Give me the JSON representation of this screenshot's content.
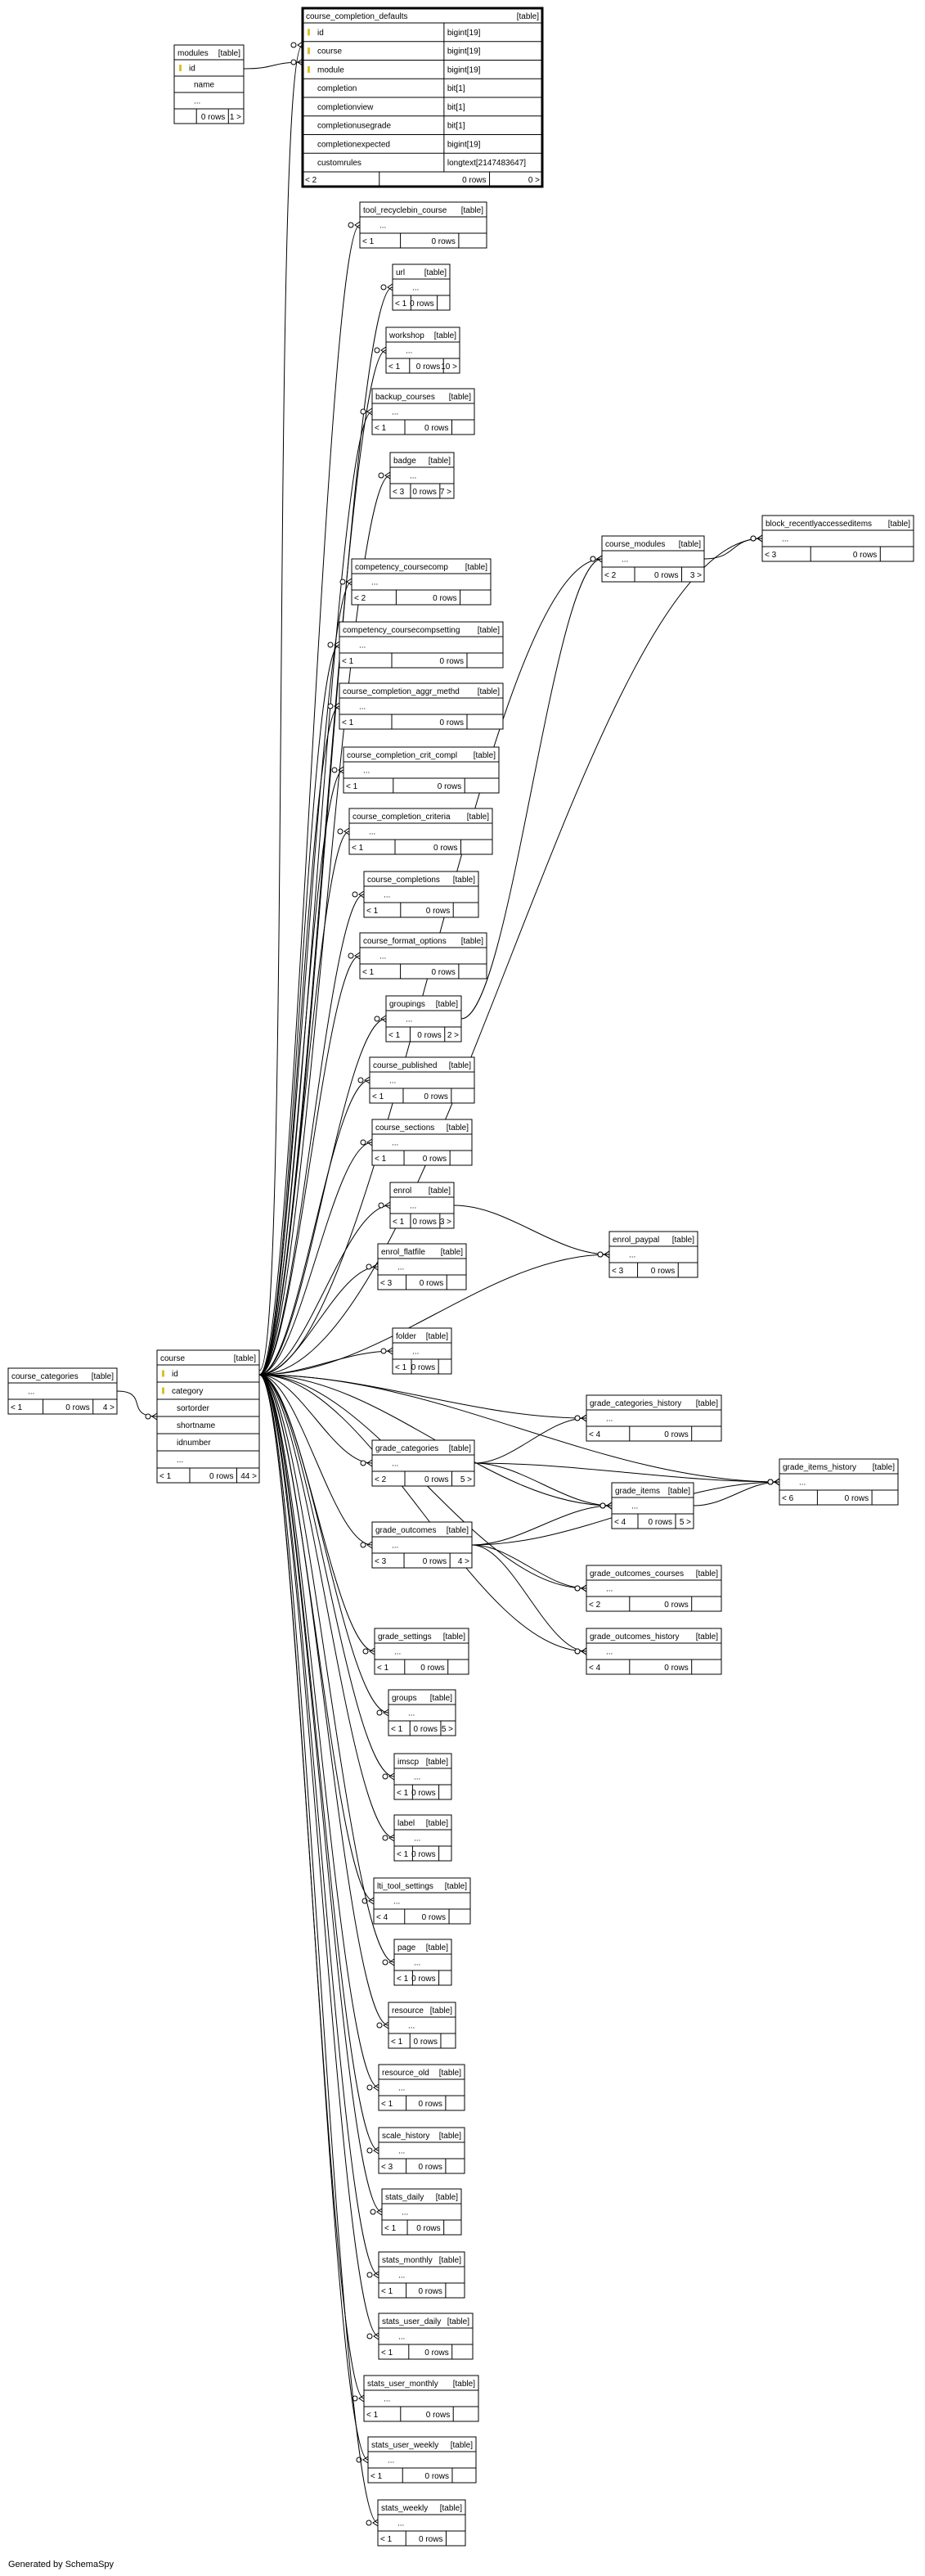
{
  "footer": "Generated by SchemaSpy",
  "colors": {
    "border": "#000000",
    "header_bg": "#f2f2f2",
    "key": "#d8c12a"
  },
  "tables": [
    {
      "name": "course_completion_defaults",
      "tag": "[table]",
      "focus": true,
      "columns": [
        {
          "n": "id",
          "t": "bigint[19]",
          "key": true
        },
        {
          "n": "course",
          "t": "bigint[19]",
          "key": true
        },
        {
          "n": "module",
          "t": "bigint[19]",
          "key": true
        },
        {
          "n": "completion",
          "t": "bit[1]"
        },
        {
          "n": "completionview",
          "t": "bit[1]"
        },
        {
          "n": "completionusegrade",
          "t": "bit[1]"
        },
        {
          "n": "completionexpected",
          "t": "bigint[19]"
        },
        {
          "n": "customrules",
          "t": "longtext[2147483647]"
        }
      ],
      "footer": [
        "< 2",
        "0 rows",
        "0 >"
      ]
    },
    {
      "name": "modules",
      "tag": "[table]",
      "columns": [
        {
          "n": "id",
          "key": true
        },
        {
          "n": "name"
        },
        {
          "n": "..."
        }
      ],
      "footer": [
        "",
        "0 rows",
        "1 >"
      ]
    },
    {
      "name": "course_categories",
      "tag": "[table]",
      "columns": [
        {
          "n": "..."
        }
      ],
      "footer": [
        "< 1",
        "0 rows",
        "4 >"
      ]
    },
    {
      "name": "course",
      "tag": "[table]",
      "columns": [
        {
          "n": "id",
          "key": true
        },
        {
          "n": "category",
          "key": true
        },
        {
          "n": "sortorder"
        },
        {
          "n": "shortname"
        },
        {
          "n": "idnumber"
        },
        {
          "n": "..."
        }
      ],
      "footer": [
        "< 1",
        "0 rows",
        "44 >"
      ]
    },
    {
      "name": "tool_recyclebin_course",
      "tag": "[table]",
      "columns": [
        {
          "n": "..."
        }
      ],
      "footer": [
        "< 1",
        "0 rows",
        ""
      ]
    },
    {
      "name": "url",
      "tag": "[table]",
      "columns": [
        {
          "n": "..."
        }
      ],
      "footer": [
        "< 1",
        "0 rows",
        ""
      ]
    },
    {
      "name": "workshop",
      "tag": "[table]",
      "columns": [
        {
          "n": "..."
        }
      ],
      "footer": [
        "< 1",
        "0 rows",
        "10 >"
      ]
    },
    {
      "name": "backup_courses",
      "tag": "[table]",
      "columns": [
        {
          "n": "..."
        }
      ],
      "footer": [
        "< 1",
        "0 rows",
        ""
      ]
    },
    {
      "name": "badge",
      "tag": "[table]",
      "columns": [
        {
          "n": "..."
        }
      ],
      "footer": [
        "< 3",
        "0 rows",
        "7 >"
      ]
    },
    {
      "name": "block_recentlyaccesseditems",
      "tag": "[table]",
      "columns": [
        {
          "n": "..."
        }
      ],
      "footer": [
        "< 3",
        "0 rows",
        ""
      ]
    },
    {
      "name": "course_modules",
      "tag": "[table]",
      "columns": [
        {
          "n": "..."
        }
      ],
      "footer": [
        "< 2",
        "0 rows",
        "3 >"
      ]
    },
    {
      "name": "competency_coursecomp",
      "tag": "[table]",
      "columns": [
        {
          "n": "..."
        }
      ],
      "footer": [
        "< 2",
        "0 rows",
        ""
      ]
    },
    {
      "name": "competency_coursecompsetting",
      "tag": "[table]",
      "columns": [
        {
          "n": "..."
        }
      ],
      "footer": [
        "< 1",
        "0 rows",
        ""
      ]
    },
    {
      "name": "course_completion_aggr_methd",
      "tag": "[table]",
      "columns": [
        {
          "n": "..."
        }
      ],
      "footer": [
        "< 1",
        "0 rows",
        ""
      ]
    },
    {
      "name": "course_completion_crit_compl",
      "tag": "[table]",
      "columns": [
        {
          "n": "..."
        }
      ],
      "footer": [
        "< 1",
        "0 rows",
        ""
      ]
    },
    {
      "name": "course_completion_criteria",
      "tag": "[table]",
      "columns": [
        {
          "n": "..."
        }
      ],
      "footer": [
        "< 1",
        "0 rows",
        ""
      ]
    },
    {
      "name": "course_completions",
      "tag": "[table]",
      "columns": [
        {
          "n": "..."
        }
      ],
      "footer": [
        "< 1",
        "0 rows",
        ""
      ]
    },
    {
      "name": "course_format_options",
      "tag": "[table]",
      "columns": [
        {
          "n": "..."
        }
      ],
      "footer": [
        "< 1",
        "0 rows",
        ""
      ]
    },
    {
      "name": "groupings",
      "tag": "[table]",
      "columns": [
        {
          "n": "..."
        }
      ],
      "footer": [
        "< 1",
        "0 rows",
        "2 >"
      ]
    },
    {
      "name": "course_published",
      "tag": "[table]",
      "columns": [
        {
          "n": "..."
        }
      ],
      "footer": [
        "< 1",
        "0 rows",
        ""
      ]
    },
    {
      "name": "course_sections",
      "tag": "[table]",
      "columns": [
        {
          "n": "..."
        }
      ],
      "footer": [
        "< 1",
        "0 rows",
        ""
      ]
    },
    {
      "name": "enrol",
      "tag": "[table]",
      "columns": [
        {
          "n": "..."
        }
      ],
      "footer": [
        "< 1",
        "0 rows",
        "3 >"
      ]
    },
    {
      "name": "enrol_paypal",
      "tag": "[table]",
      "columns": [
        {
          "n": "..."
        }
      ],
      "footer": [
        "< 3",
        "0 rows",
        ""
      ]
    },
    {
      "name": "enrol_flatfile",
      "tag": "[table]",
      "columns": [
        {
          "n": "..."
        }
      ],
      "footer": [
        "< 3",
        "0 rows",
        ""
      ]
    },
    {
      "name": "folder",
      "tag": "[table]",
      "columns": [
        {
          "n": "..."
        }
      ],
      "footer": [
        "< 1",
        "0 rows",
        ""
      ]
    },
    {
      "name": "grade_categories_history",
      "tag": "[table]",
      "columns": [
        {
          "n": "..."
        }
      ],
      "footer": [
        "< 4",
        "0 rows",
        ""
      ]
    },
    {
      "name": "grade_categories",
      "tag": "[table]",
      "columns": [
        {
          "n": "..."
        }
      ],
      "footer": [
        "< 2",
        "0 rows",
        "5 >"
      ]
    },
    {
      "name": "grade_items_history",
      "tag": "[table]",
      "columns": [
        {
          "n": "..."
        }
      ],
      "footer": [
        "< 6",
        "0 rows",
        ""
      ]
    },
    {
      "name": "grade_items",
      "tag": "[table]",
      "columns": [
        {
          "n": "..."
        }
      ],
      "footer": [
        "< 4",
        "0 rows",
        "5 >"
      ]
    },
    {
      "name": "grade_outcomes",
      "tag": "[table]",
      "columns": [
        {
          "n": "..."
        }
      ],
      "footer": [
        "< 3",
        "0 rows",
        "4 >"
      ]
    },
    {
      "name": "grade_outcomes_courses",
      "tag": "[table]",
      "columns": [
        {
          "n": "..."
        }
      ],
      "footer": [
        "< 2",
        "0 rows",
        ""
      ]
    },
    {
      "name": "grade_outcomes_history",
      "tag": "[table]",
      "columns": [
        {
          "n": "..."
        }
      ],
      "footer": [
        "< 4",
        "0 rows",
        ""
      ]
    },
    {
      "name": "grade_settings",
      "tag": "[table]",
      "columns": [
        {
          "n": "..."
        }
      ],
      "footer": [
        "< 1",
        "0 rows",
        ""
      ]
    },
    {
      "name": "groups",
      "tag": "[table]",
      "columns": [
        {
          "n": "..."
        }
      ],
      "footer": [
        "< 1",
        "0 rows",
        "5 >"
      ]
    },
    {
      "name": "imscp",
      "tag": "[table]",
      "columns": [
        {
          "n": "..."
        }
      ],
      "footer": [
        "< 1",
        "0 rows",
        ""
      ]
    },
    {
      "name": "label",
      "tag": "[table]",
      "columns": [
        {
          "n": "..."
        }
      ],
      "footer": [
        "< 1",
        "0 rows",
        ""
      ]
    },
    {
      "name": "lti_tool_settings",
      "tag": "[table]",
      "columns": [
        {
          "n": "..."
        }
      ],
      "footer": [
        "< 4",
        "0 rows",
        ""
      ]
    },
    {
      "name": "page",
      "tag": "[table]",
      "columns": [
        {
          "n": "..."
        }
      ],
      "footer": [
        "< 1",
        "0 rows",
        ""
      ]
    },
    {
      "name": "resource",
      "tag": "[table]",
      "columns": [
        {
          "n": "..."
        }
      ],
      "footer": [
        "< 1",
        "0 rows",
        ""
      ]
    },
    {
      "name": "resource_old",
      "tag": "[table]",
      "columns": [
        {
          "n": "..."
        }
      ],
      "footer": [
        "< 1",
        "0 rows",
        ""
      ]
    },
    {
      "name": "scale_history",
      "tag": "[table]",
      "columns": [
        {
          "n": "..."
        }
      ],
      "footer": [
        "< 3",
        "0 rows",
        ""
      ]
    },
    {
      "name": "stats_daily",
      "tag": "[table]",
      "columns": [
        {
          "n": "..."
        }
      ],
      "footer": [
        "< 1",
        "0 rows",
        ""
      ]
    },
    {
      "name": "stats_monthly",
      "tag": "[table]",
      "columns": [
        {
          "n": "..."
        }
      ],
      "footer": [
        "< 1",
        "0 rows",
        ""
      ]
    },
    {
      "name": "stats_user_daily",
      "tag": "[table]",
      "columns": [
        {
          "n": "..."
        }
      ],
      "footer": [
        "< 1",
        "0 rows",
        ""
      ]
    },
    {
      "name": "stats_user_monthly",
      "tag": "[table]",
      "columns": [
        {
          "n": "..."
        }
      ],
      "footer": [
        "< 1",
        "0 rows",
        ""
      ]
    },
    {
      "name": "stats_user_weekly",
      "tag": "[table]",
      "columns": [
        {
          "n": "..."
        }
      ],
      "footer": [
        "< 1",
        "0 rows",
        ""
      ]
    },
    {
      "name": "stats_weekly",
      "tag": "[table]",
      "columns": [
        {
          "n": "..."
        }
      ],
      "footer": [
        "< 1",
        "0 rows",
        ""
      ]
    }
  ],
  "relations": [
    [
      "modules",
      "course_completion_defaults"
    ],
    [
      "course",
      "course_completion_defaults"
    ],
    [
      "course_categories",
      "course"
    ],
    [
      "course",
      "tool_recyclebin_course"
    ],
    [
      "course",
      "url"
    ],
    [
      "course",
      "workshop"
    ],
    [
      "course",
      "backup_courses"
    ],
    [
      "course",
      "badge"
    ],
    [
      "course",
      "block_recentlyaccesseditems"
    ],
    [
      "course",
      "course_modules"
    ],
    [
      "course_modules",
      "block_recentlyaccesseditems"
    ],
    [
      "course",
      "competency_coursecomp"
    ],
    [
      "course",
      "competency_coursecompsetting"
    ],
    [
      "course",
      "course_completion_aggr_methd"
    ],
    [
      "course",
      "course_completion_crit_compl"
    ],
    [
      "course",
      "course_completion_criteria"
    ],
    [
      "course",
      "course_completions"
    ],
    [
      "course",
      "course_format_options"
    ],
    [
      "course",
      "groupings"
    ],
    [
      "groupings",
      "course_modules"
    ],
    [
      "course",
      "course_published"
    ],
    [
      "course",
      "course_sections"
    ],
    [
      "course",
      "enrol"
    ],
    [
      "enrol",
      "enrol_paypal"
    ],
    [
      "course",
      "enrol_paypal"
    ],
    [
      "course",
      "enrol_flatfile"
    ],
    [
      "course",
      "folder"
    ],
    [
      "course",
      "grade_categories_history"
    ],
    [
      "course",
      "grade_categories"
    ],
    [
      "grade_categories",
      "grade_categories_history"
    ],
    [
      "grade_categories",
      "grade_items"
    ],
    [
      "grade_categories",
      "grade_items_history"
    ],
    [
      "course",
      "grade_items_history"
    ],
    [
      "course",
      "grade_items"
    ],
    [
      "grade_items",
      "grade_items_history"
    ],
    [
      "course",
      "grade_outcomes"
    ],
    [
      "grade_outcomes",
      "grade_items"
    ],
    [
      "grade_outcomes",
      "grade_items_history"
    ],
    [
      "grade_outcomes",
      "grade_outcomes_courses"
    ],
    [
      "course",
      "grade_outcomes_courses"
    ],
    [
      "grade_outcomes",
      "grade_outcomes_history"
    ],
    [
      "course",
      "grade_outcomes_history"
    ],
    [
      "course",
      "grade_settings"
    ],
    [
      "course",
      "groups"
    ],
    [
      "course",
      "imscp"
    ],
    [
      "course",
      "label"
    ],
    [
      "course",
      "lti_tool_settings"
    ],
    [
      "course",
      "page"
    ],
    [
      "course",
      "resource"
    ],
    [
      "course",
      "resource_old"
    ],
    [
      "course",
      "scale_history"
    ],
    [
      "course",
      "stats_daily"
    ],
    [
      "course",
      "stats_monthly"
    ],
    [
      "course",
      "stats_user_daily"
    ],
    [
      "course",
      "stats_user_monthly"
    ],
    [
      "course",
      "stats_user_weekly"
    ],
    [
      "course",
      "stats_weekly"
    ]
  ]
}
